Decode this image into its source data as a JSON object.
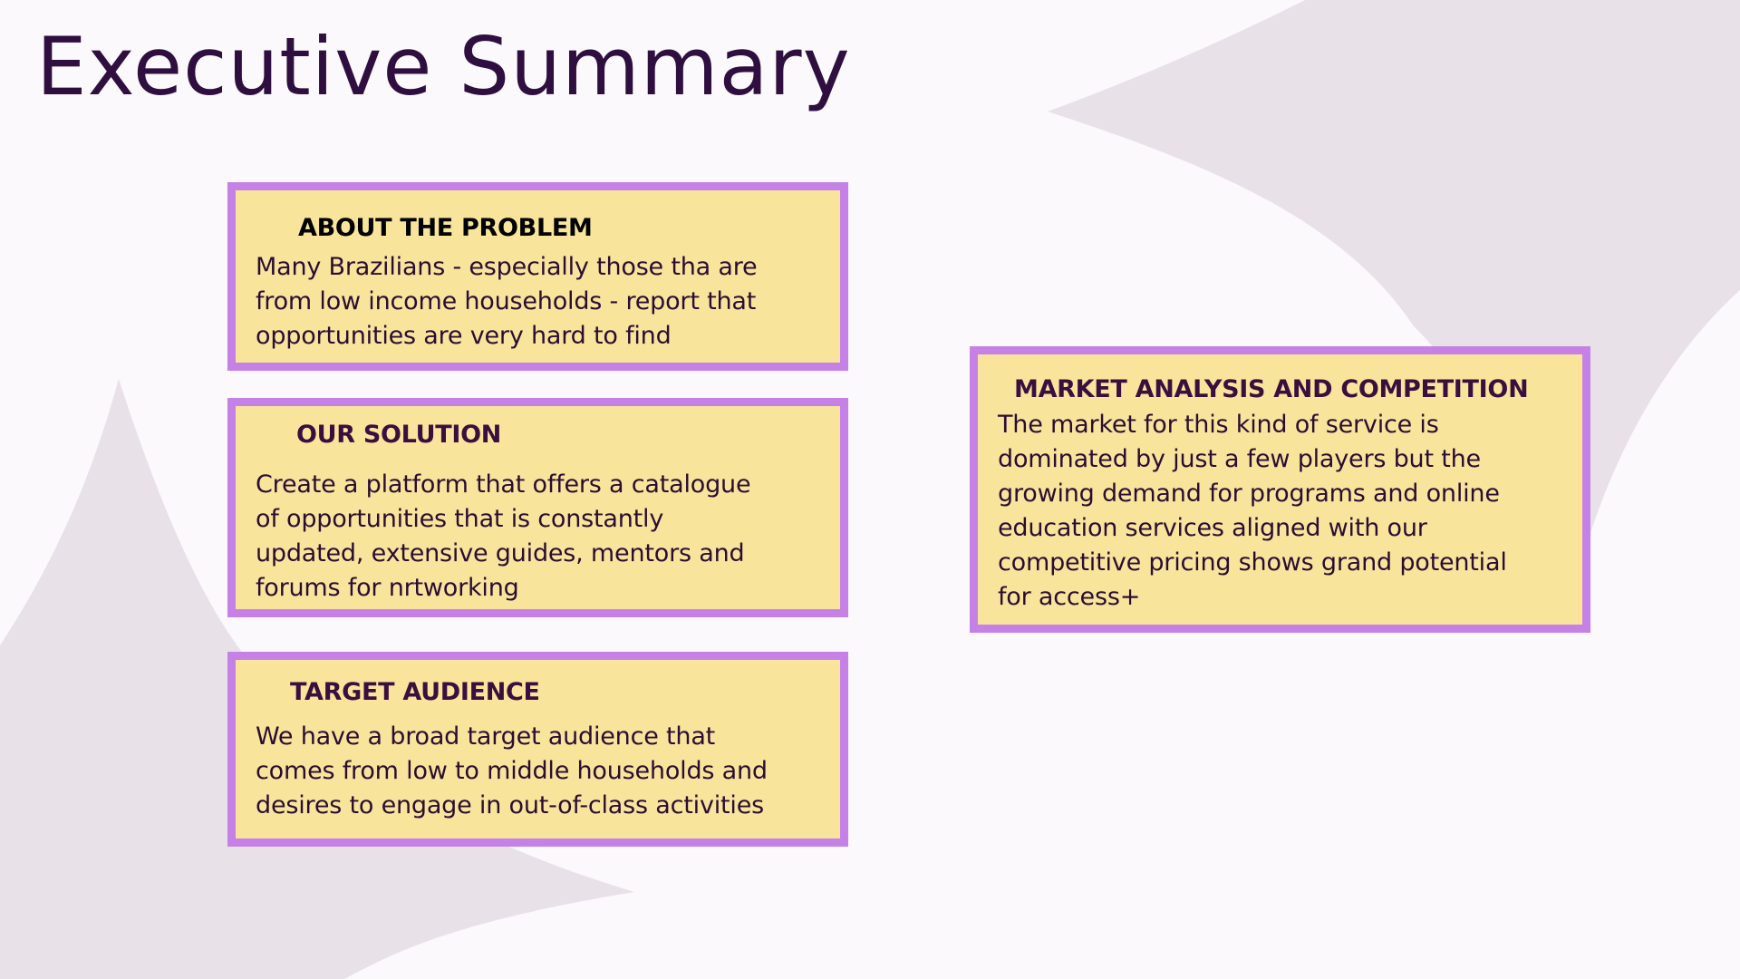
{
  "slide": {
    "title": "Executive Summary",
    "colors": {
      "background": "#fbf9fb",
      "shape": "#e8e2e8",
      "card_fill": "#f8e59b",
      "card_border": "#c581e6",
      "title_text": "#2e0f3f"
    }
  },
  "cards": {
    "problem": {
      "heading": "ABOUT THE PROBLEM",
      "body": "Many Brazilians - especially those tha are\nfrom low income households -  report that\nopportunities are very hard to find"
    },
    "solution": {
      "heading": "OUR SOLUTION",
      "body": "Create a platform that offers a catalogue\nof opportunities that is constantly\nupdated,  extensive guides, mentors and\nforums for nrtworking"
    },
    "audience": {
      "heading": "TARGET AUDIENCE",
      "body": "We have a broad target audience that\ncomes from low to middle households and\ndesires to engage in out-of-class activities"
    },
    "market": {
      "heading": "MARKET ANALYSIS AND COMPETITION",
      "body": "The market for this kind of service is\ndominated by just a few players but the\ngrowing demand for programs and online\neducation services aligned with our\ncompetitive pricing shows grand potential\nfor access+"
    }
  }
}
